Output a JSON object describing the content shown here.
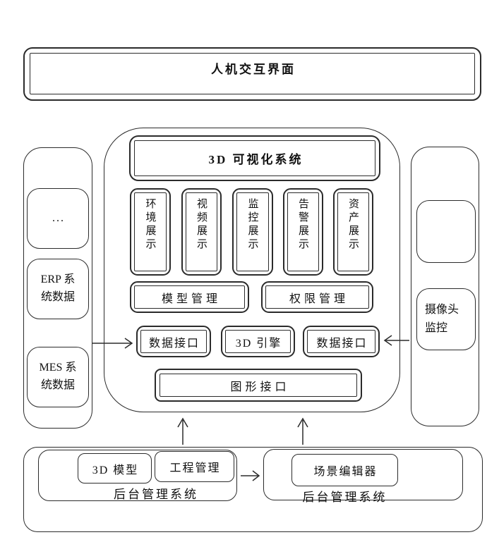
{
  "colors": {
    "line": "#2b2b2b",
    "text": "#111111",
    "background": "#ffffff"
  },
  "top_banner": {
    "title": "人机交互界面"
  },
  "left_panel": {
    "box1": "...",
    "box2": "ERP 系统数据",
    "box3": "MES 系统数据"
  },
  "center": {
    "title": "3D 可视化系统",
    "display_modules": [
      "环境展示",
      "视频展示",
      "监控展示",
      "告警展示",
      "资产展示"
    ],
    "model_mgmt": "模型管理",
    "permission_mgmt": "权限管理",
    "data_interface_left": "数据接口",
    "engine": "3D 引擎",
    "data_interface_right": "数据接口",
    "graphics_interface": "图形接口"
  },
  "right_panel": {
    "box2": "摄像头监控"
  },
  "bottom": {
    "left_group": {
      "box1": "3D 模型",
      "box2": "工程管理",
      "label": "后台管理系统"
    },
    "right_group": {
      "box1": "场景编辑器",
      "label": "后台管理系统"
    }
  }
}
